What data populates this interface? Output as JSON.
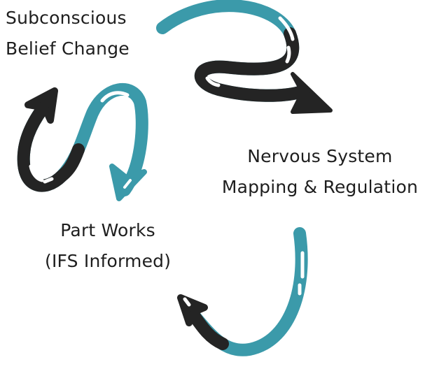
{
  "diagram": {
    "colors": {
      "teal": "#3b9aaa",
      "dark": "#242424",
      "highlight": "#ffffff",
      "text": "#1e1e1e"
    },
    "nodes": [
      {
        "id": "belief",
        "lines": [
          "Subconscious",
          "Belief Change"
        ]
      },
      {
        "id": "nervous",
        "lines": [
          "Nervous System",
          "Mapping & Regulation"
        ]
      },
      {
        "id": "parts",
        "lines": [
          "Part Works",
          "(IFS Informed)"
        ]
      }
    ],
    "cycle": [
      "belief",
      "nervous",
      "parts",
      "belief"
    ],
    "arrow_icons": [
      "curved-arrow-icon",
      "curved-arrow-icon",
      "curved-arrow-icon"
    ]
  }
}
